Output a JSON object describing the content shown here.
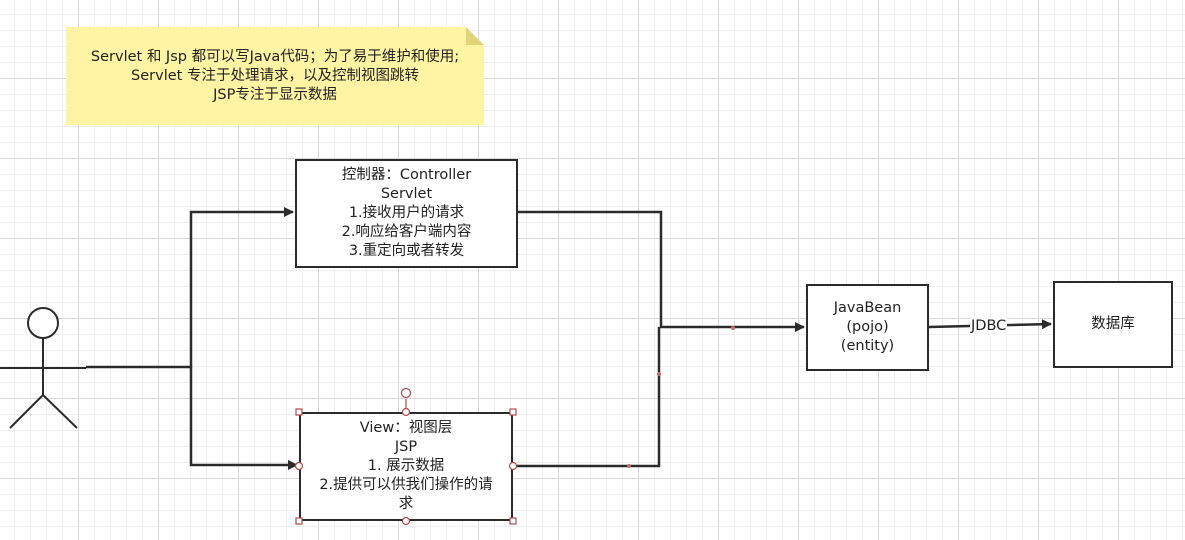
{
  "note": {
    "lines": [
      "Servlet 和 Jsp  都可以写Java代码；为了易于维护和使用;",
      "Servlet 专注于处理请求，以及控制视图跳转",
      "JSP专注于显示数据"
    ]
  },
  "controller": {
    "lines": [
      "控制器：Controller",
      "Servlet",
      "1.接收用户的请求",
      "2.响应给客户端内容",
      "3.重定向或者转发"
    ]
  },
  "view": {
    "lines": [
      "View：视图层",
      "JSP",
      "1. 展示数据",
      "2.提供可以供我们操作的请",
      "求"
    ]
  },
  "javabean": {
    "lines": [
      "JavaBean",
      "(pojo)",
      "(entity)"
    ]
  },
  "database": {
    "label": "数据库"
  },
  "connector": {
    "jdbc_label": "JDBC"
  },
  "colors": {
    "stroke": "#2b2b2b",
    "note_fill": "#fff4a3",
    "selection_handle": "#b04a4a"
  }
}
